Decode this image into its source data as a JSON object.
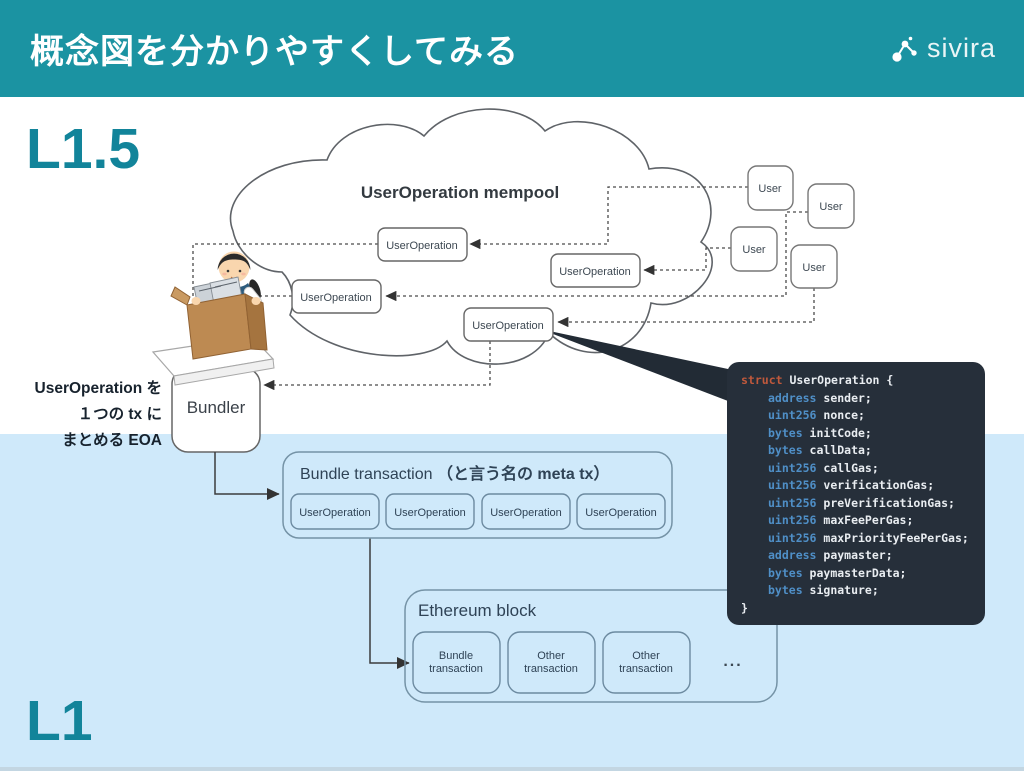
{
  "header": {
    "title": "概念図を分かりやすくしてみる",
    "brand": "sivira"
  },
  "layer_labels": {
    "l1_5": "L1.5",
    "l1": "L1"
  },
  "mempool": {
    "title": "UserOperation mempool",
    "op_label": "UserOperation"
  },
  "users": {
    "label": "User"
  },
  "bundler": {
    "label": "Bundler",
    "note": [
      "UserOperation を",
      "１つの tx に",
      "まとめる EOA"
    ]
  },
  "bundle_tx": {
    "title_en": "Bundle transaction ",
    "title_ja": "（と言う名の meta tx）",
    "items": [
      "UserOperation",
      "UserOperation",
      "UserOperation",
      "UserOperation"
    ]
  },
  "eth_block": {
    "title": "Ethereum block",
    "boxes": [
      {
        "line1": "Bundle",
        "line2": "transaction"
      },
      {
        "line1": "Other",
        "line2": "transaction"
      },
      {
        "line1": "Other",
        "line2": "transaction"
      }
    ],
    "more": "..."
  },
  "code": {
    "lines": [
      {
        "kw": "struct",
        "rest": " UserOperation {"
      },
      {
        "kw": "address",
        "rest": " sender;"
      },
      {
        "kw": "uint256",
        "rest": " nonce;"
      },
      {
        "kw": "bytes",
        "rest": " initCode;"
      },
      {
        "kw": "bytes",
        "rest": " callData;"
      },
      {
        "kw": "uint256",
        "rest": " callGas;"
      },
      {
        "kw": "uint256",
        "rest": " verificationGas;"
      },
      {
        "kw": "uint256",
        "rest": " preVerificationGas;"
      },
      {
        "kw": "uint256",
        "rest": " maxFeePerGas;"
      },
      {
        "kw": "uint256",
        "rest": " maxPriorityFeePerGas;"
      },
      {
        "kw": "address",
        "rest": " paymaster;"
      },
      {
        "kw": "bytes",
        "rest": " paymasterData;"
      },
      {
        "kw": "bytes",
        "rest": " signature;"
      },
      {
        "kw": "",
        "rest": "}"
      }
    ]
  },
  "colors": {
    "header_teal": "#1b93a2",
    "layer_teal": "#12849a",
    "l1_background": "#cfe9fa",
    "code_background": "#262f3a",
    "code_keyword": "#c0593c",
    "code_type": "#4f8fc7",
    "code_text": "#e9edf1"
  }
}
